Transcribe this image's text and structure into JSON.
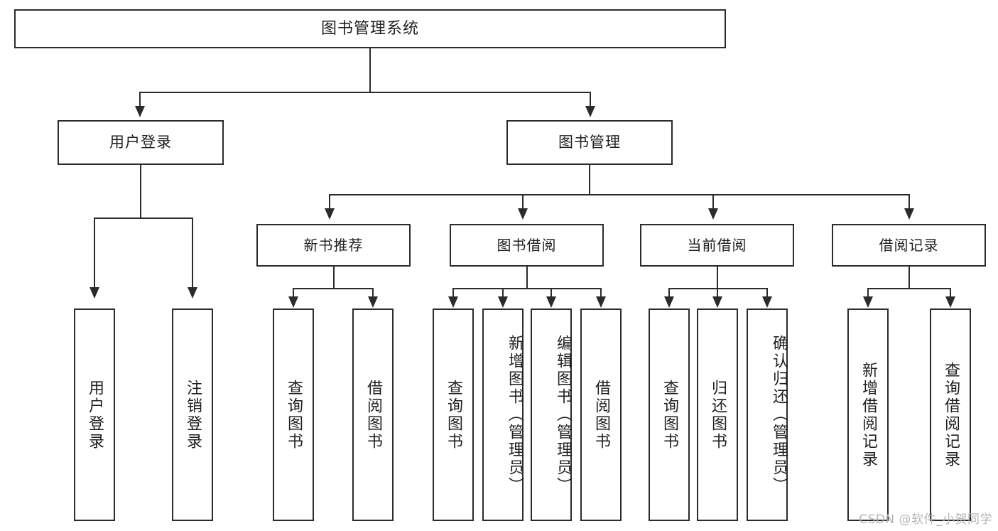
{
  "diagram": {
    "type": "tree-hierarchy",
    "title": "图书管理系统",
    "root": {
      "label": "图书管理系统"
    },
    "level2": [
      {
        "label": "用户登录"
      },
      {
        "label": "图书管理"
      }
    ],
    "level3": [
      {
        "label": "新书推荐"
      },
      {
        "label": "图书借阅"
      },
      {
        "label": "当前借阅"
      },
      {
        "label": "借阅记录"
      }
    ],
    "leaves": {
      "user_login": [
        {
          "label": "用户登录"
        },
        {
          "label": "注销登录"
        }
      ],
      "new_book_recommend": [
        {
          "label": "查询图书"
        },
        {
          "label": "借阅图书"
        }
      ],
      "book_borrow": [
        {
          "label": "查询图书"
        },
        {
          "label": "新增图书（管理员）"
        },
        {
          "label": "编辑图书（管理员）"
        },
        {
          "label": "借阅图书"
        }
      ],
      "current_borrow": [
        {
          "label": "查询图书"
        },
        {
          "label": "归还图书"
        },
        {
          "label": "确认归还（管理员）"
        }
      ],
      "borrow_record": [
        {
          "label": "新增借阅记录"
        },
        {
          "label": "查询借阅记录"
        }
      ]
    }
  },
  "watermark": {
    "text": "CSDN @软件_小贺同学"
  },
  "colors": {
    "stroke": "#2b2b2b",
    "background": "#ffffff",
    "text": "#1f1f1f",
    "watermark": "#b5b5b5"
  }
}
